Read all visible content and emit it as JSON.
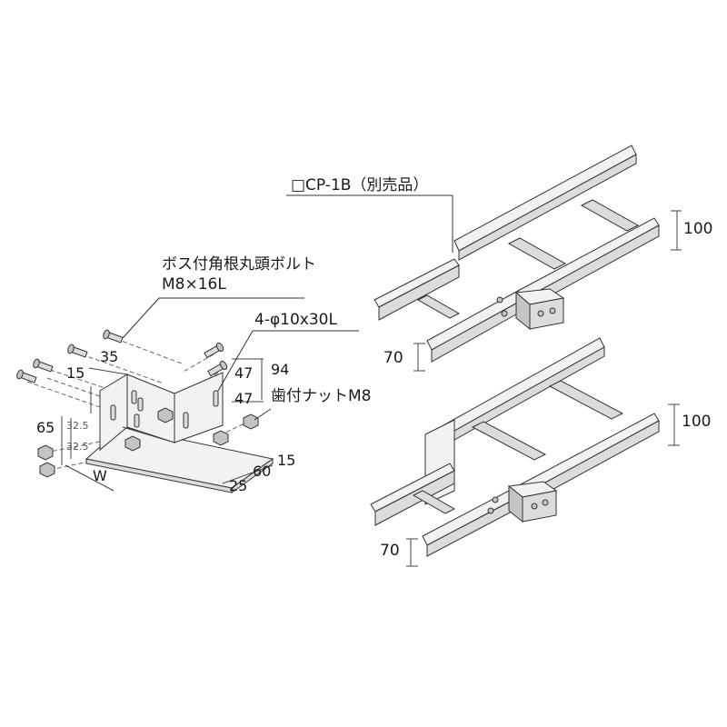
{
  "labels": {
    "cp_part": "□CP-1B（別売品）",
    "bolt_name": "ボス付角根丸頭ボルト",
    "bolt_size": "M8×16L",
    "hole_spec": "4-φ10x30L",
    "nut_name": "歯付ナットM8"
  },
  "dimensions": {
    "d35": "35",
    "d15_top": "15",
    "d47_upper": "47",
    "d47_lower": "47",
    "d94": "94",
    "d65": "65",
    "d32_5_upper": "32.5",
    "d32_5_lower": "32.5",
    "dW": "W",
    "d25": "25",
    "d60": "60",
    "d15_right": "15",
    "d100_top": "100",
    "d70_top": "70",
    "d100_bottom": "100",
    "d70_bottom": "70"
  },
  "colors": {
    "line": "#333333",
    "metal_light": "#f2f2f2",
    "metal_mid": "#dcdcdc",
    "metal_dark": "#c4c4c4"
  }
}
